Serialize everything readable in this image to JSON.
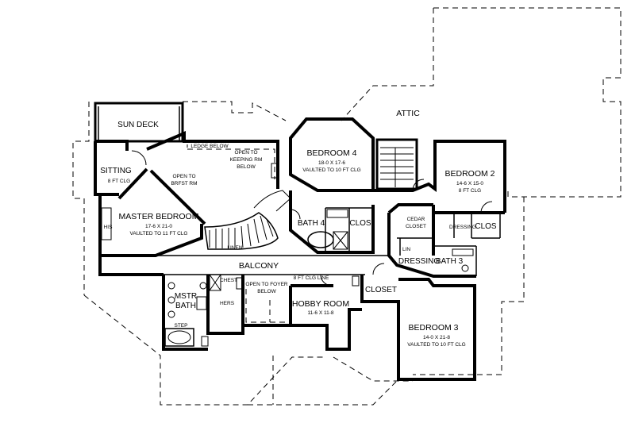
{
  "rooms": {
    "sun_deck": "SUN DECK",
    "sitting": "SITTING",
    "sitting_ceiling": "8 FT CLG",
    "ledge_below": "LEDGE BELOW",
    "open_keeping_1": "OPEN TO",
    "open_keeping_2": "KEEPING RM",
    "open_keeping_3": "BELOW",
    "open_brfst_1": "OPEN TO",
    "open_brfst_2": "BRFST RM",
    "master_bedroom": "MASTER BEDROOM",
    "master_bedroom_size": "17-6 X 21-0",
    "master_bedroom_ceiling": "VAULTED TO 11 FT CLG",
    "his": "HIS",
    "bedroom4": "BEDROOM 4",
    "bedroom4_size": "18-0 X 17-6",
    "bedroom4_ceiling": "VAULTED TO 10 FT CLG",
    "attic": "ATTIC",
    "bedroom2": "BEDROOM 2",
    "bedroom2_size": "14-6 X 15-0",
    "bedroom2_ceiling": "8 FT CLG",
    "bath4": "BATH 4",
    "clos_bath4": "CLOS",
    "cedar_closet_1": "CEDAR",
    "cedar_closet_2": "CLOSET",
    "dressing_small": "DRESSING",
    "clos_bed2": "CLOS",
    "linen": "LINEN",
    "balcony": "BALCONY",
    "dressing": "DRESSING",
    "bath3": "BATH 3",
    "lin": "LIN",
    "mstr_bath_1": "MSTR",
    "mstr_bath_2": "BATH",
    "hers": "HERS",
    "open_foyer_1": "OPEN TO FOYER",
    "open_foyer_2": "BELOW",
    "hobby_room": "HOBBY ROOM",
    "hobby_room_size": "11-6 X 11-8",
    "hobby_shelf": "8 FT CLG LINE",
    "closet": "CLOSET",
    "bedroom3": "BEDROOM 3",
    "bedroom3_size": "14-0 X 21-8",
    "bedroom3_ceiling": "VAULTED TO 10 FT CLG",
    "step": "STEP",
    "chest": "CHEST"
  },
  "style": {
    "ink": "#000000",
    "paper": "#ffffff"
  }
}
